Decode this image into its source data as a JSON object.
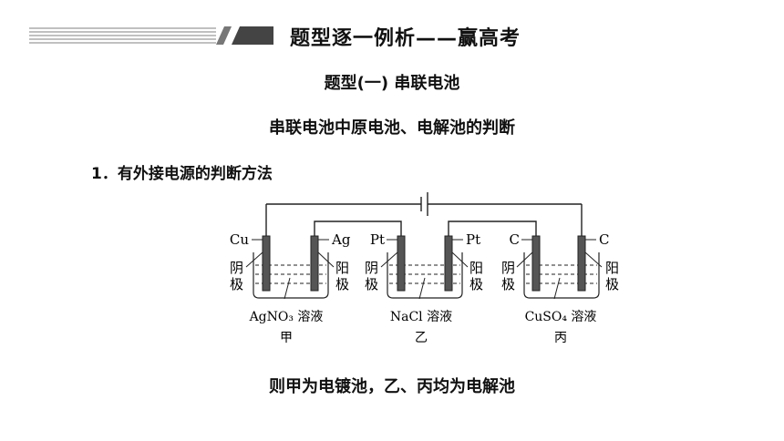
{
  "header": {
    "title": "题型逐一例析——赢高考"
  },
  "section": {
    "title": "题型(一) 串联电池",
    "subtitle": "串联电池中原电池、电解池的判断"
  },
  "item": {
    "title": "1．有外接电源的判断方法"
  },
  "diagram": {
    "cells": [
      {
        "left_electrode": "Cu",
        "right_electrode": "Ag",
        "cathode_label_1": "阴",
        "cathode_label_2": "极",
        "anode_label_1": "阳",
        "anode_label_2": "极",
        "solution": "AgNO₃ 溶液",
        "name": "甲"
      },
      {
        "left_electrode": "Pt",
        "right_electrode": "Pt",
        "cathode_label_1": "阴",
        "cathode_label_2": "极",
        "anode_label_1": "阳",
        "anode_label_2": "极",
        "solution": "NaCl 溶液",
        "name": "乙"
      },
      {
        "left_electrode": "C",
        "right_electrode": "C",
        "cathode_label_1": "阴",
        "cathode_label_2": "极",
        "anode_label_1": "阳",
        "anode_label_2": "极",
        "solution": "CuSO₄ 溶液",
        "name": "丙"
      }
    ]
  },
  "conclusion": "则甲为电镀池，乙、丙均为电解池"
}
